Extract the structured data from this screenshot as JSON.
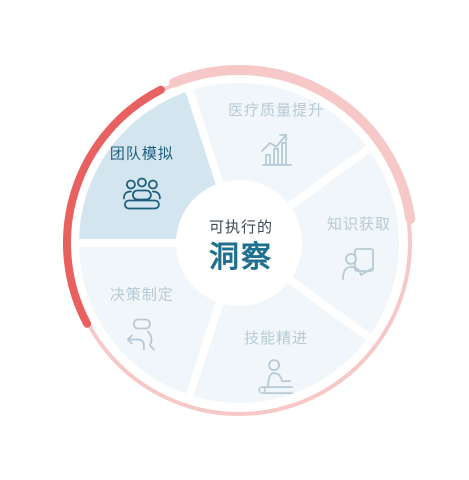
{
  "center": {
    "subtitle": "可执行的",
    "title": "洞察"
  },
  "segments": [
    {
      "id": "quality",
      "label": "医疗质量提升",
      "icon": "chart-growth-icon",
      "active": false
    },
    {
      "id": "knowledge",
      "label": "知识获取",
      "icon": "person-board-icon",
      "active": false
    },
    {
      "id": "skills",
      "label": "技能精进",
      "icon": "person-desk-icon",
      "active": false
    },
    {
      "id": "decision",
      "label": "决策制定",
      "icon": "decision-path-icon",
      "active": false
    },
    {
      "id": "team",
      "label": "团队模拟",
      "icon": "team-icon",
      "active": true
    }
  ],
  "colors": {
    "active_fill": "#d3e6f0",
    "inactive_fill": "#f0f6fa",
    "active_text": "#1f5f7d",
    "inactive_text": "#b7cad6",
    "arc_strong": "#e8605f",
    "arc_light": "#f6c9c8"
  }
}
